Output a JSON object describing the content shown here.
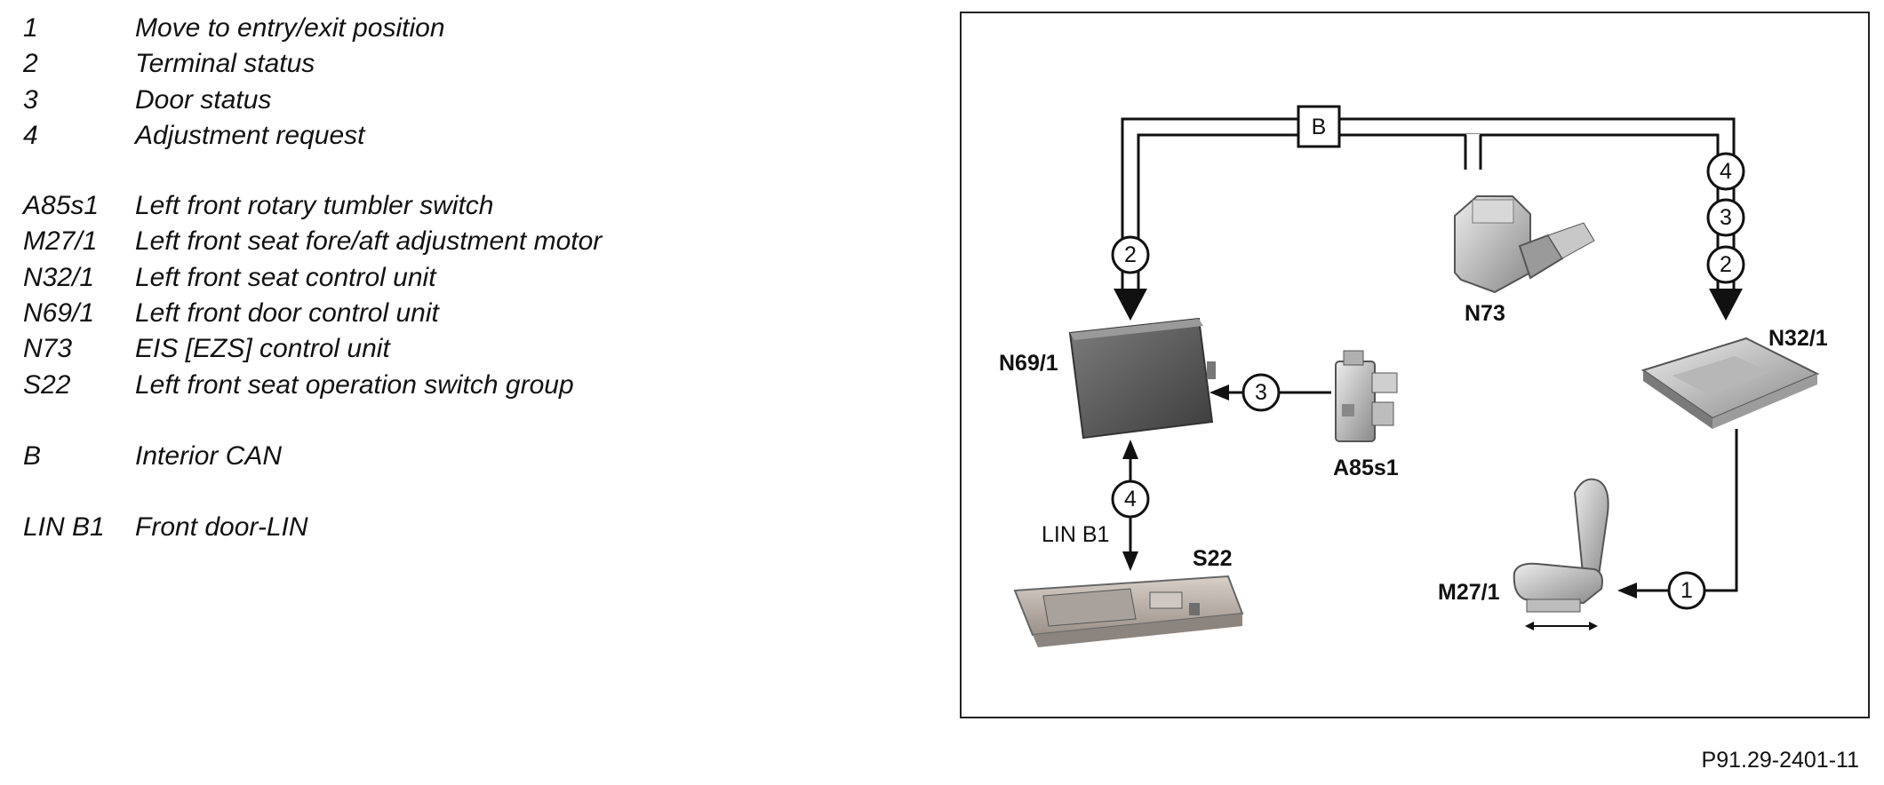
{
  "legend": {
    "items": [
      {
        "code": "1",
        "text": "Move to entry/exit position"
      },
      {
        "code": "2",
        "text": "Terminal status"
      },
      {
        "code": "3",
        "text": "Door status"
      },
      {
        "code": "4",
        "text": "Adjustment request"
      },
      {
        "code": "A85s1",
        "text": "Left front rotary tumbler switch"
      },
      {
        "code": "M27/1",
        "text": "Left front seat fore/aft adjustment motor"
      },
      {
        "code": "N32/1",
        "text": "Left front seat control unit"
      },
      {
        "code": "N69/1",
        "text": "Left front door control unit"
      },
      {
        "code": "N73",
        "text": "EIS [EZS] control unit"
      },
      {
        "code": "S22",
        "text": "Left front seat operation switch group"
      },
      {
        "code": "B",
        "text": "Interior CAN"
      },
      {
        "code": "LIN B1",
        "text": "Front door-LIN"
      }
    ]
  },
  "diagram": {
    "bus_label": "B",
    "components": {
      "n69_1": "N69/1",
      "n73": "N73",
      "n32_1": "N32/1",
      "a85s1": "A85s1",
      "s22": "S22",
      "m27_1": "M27/1"
    },
    "lin_label": "LIN B1",
    "signal_markers": {
      "left_vertical": "2",
      "door_status": "3",
      "lin": "4",
      "right_top": "4",
      "right_mid": "3",
      "right_bottom": "2",
      "seat_motor": "1"
    }
  },
  "figure_id": "P91.29-2401-11"
}
